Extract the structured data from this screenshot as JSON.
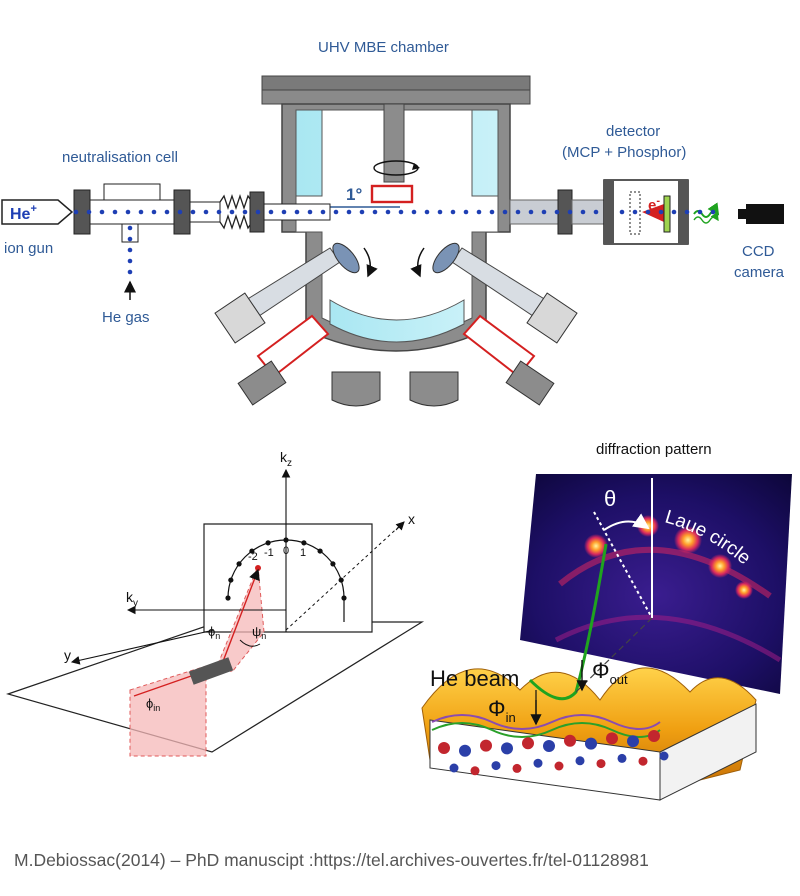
{
  "top": {
    "title": "UHV MBE chamber",
    "ion_gun": "ion gun",
    "he_ion": "He",
    "he_ion_charge": "+",
    "neutralisation_cell": "neutralisation cell",
    "he_gas": "He gas",
    "angle": "1°",
    "detector_line1": "detector",
    "detector_line2": "(MCP + Phosphor)",
    "electron": "e",
    "electron_charge": "-",
    "ccd_line1": "CCD",
    "ccd_line2": "camera"
  },
  "geometry": {
    "kz": "k",
    "kz_sub": "z",
    "ky": "k",
    "ky_sub": "y",
    "x": "x",
    "y": "y",
    "phi_n": "ϕ",
    "phi_n_sub": "n",
    "psi_n": "ψ",
    "psi_n_sub": "n",
    "phi_in": "ϕ",
    "phi_in_sub": "in",
    "order_labels": [
      "-2",
      "-1",
      "0",
      "1"
    ]
  },
  "pattern": {
    "title": "diffraction pattern",
    "theta": "θ",
    "laue_circle": "Laue circle",
    "he_beam": "He beam",
    "phi_out": "Φ",
    "phi_out_sub": "out",
    "phi_in": "Φ",
    "phi_in_sub": "in"
  },
  "credit": "M.Debiossac(2014) – PhD manuscipt :https://tel.archives-ouvertes.fr/tel-01128981",
  "colors": {
    "label_blue": "#2f5a96",
    "beam_dots": "#1e3fb4",
    "chamber_gray": "#7f7f7f",
    "chamber_cyan": "#a9e7f2",
    "accent_red": "#d42020",
    "plane_pink": "#f6b8b8"
  }
}
